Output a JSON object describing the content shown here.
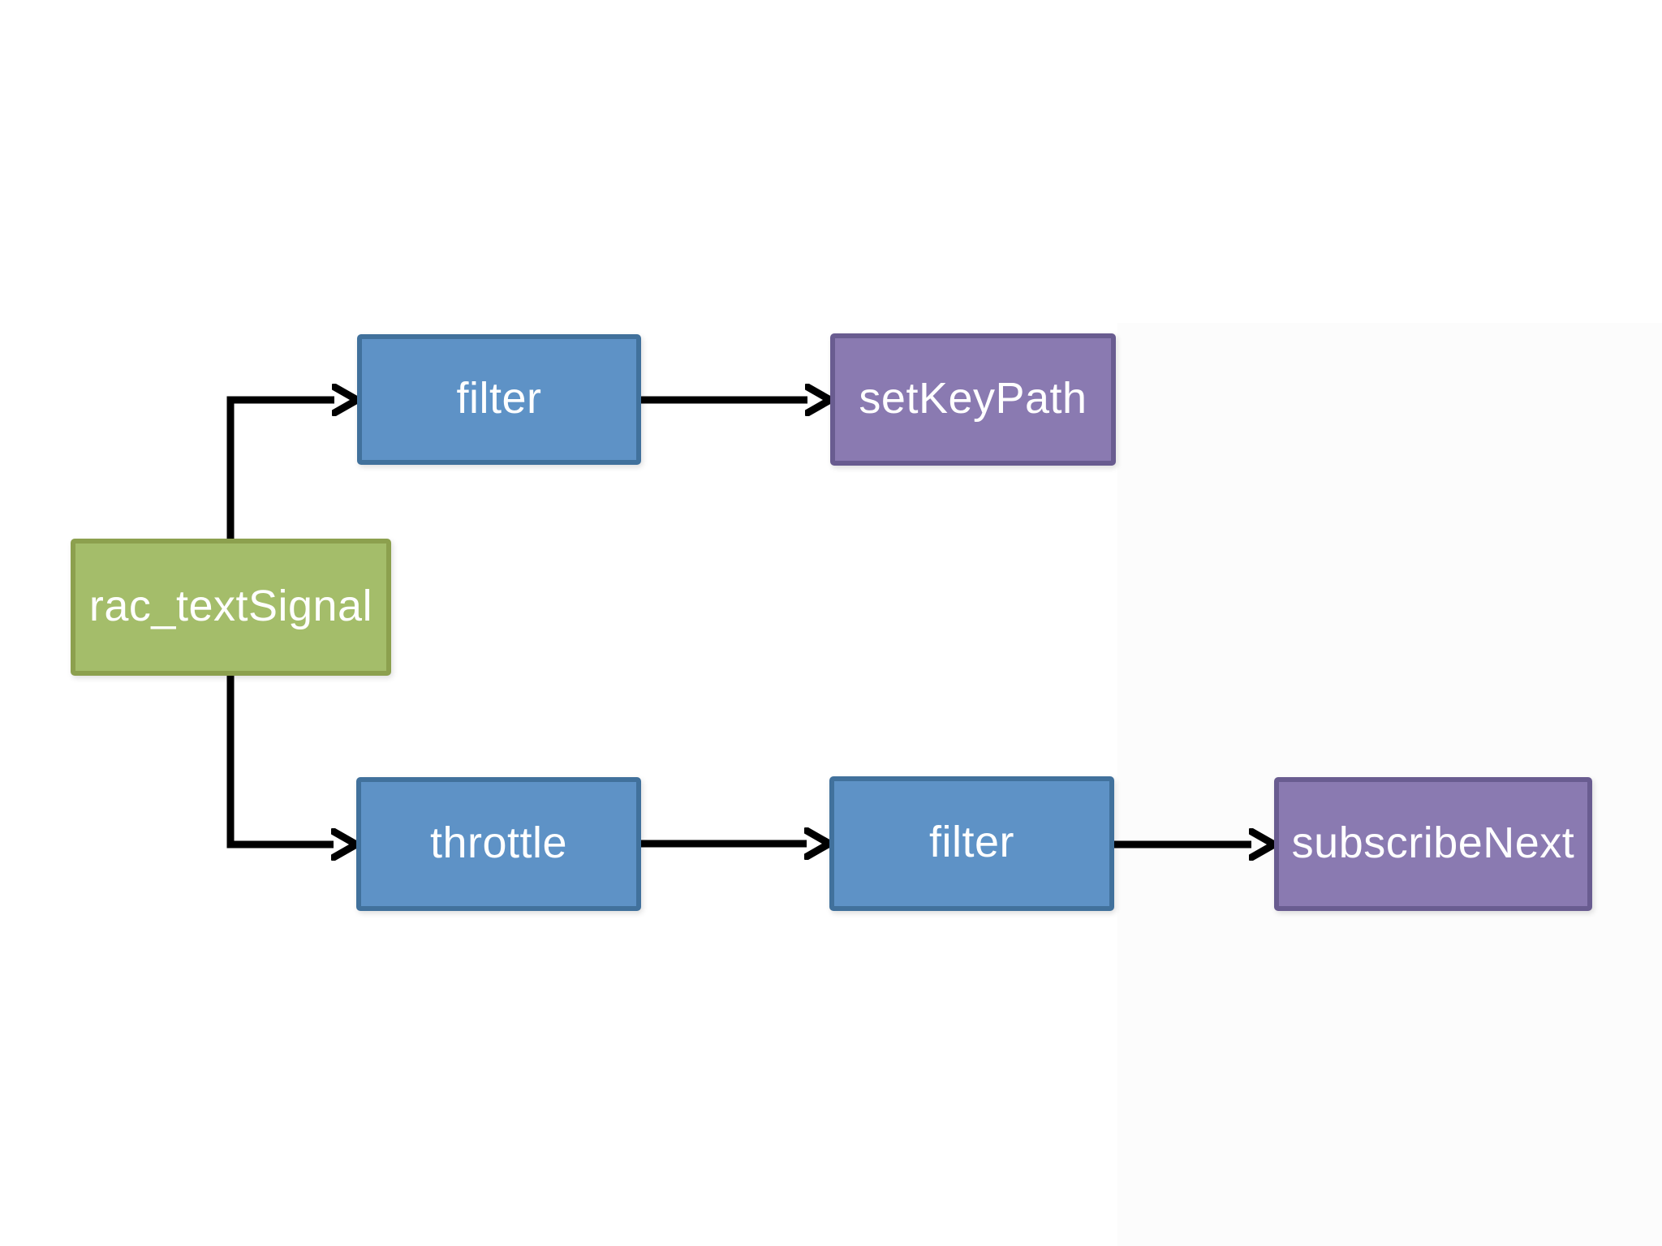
{
  "diagram": {
    "description": "Signal flow diagram showing rac_textSignal fanning out to two operator chains",
    "nodes": [
      {
        "id": "rac_textSignal",
        "label": "rac_textSignal",
        "role": "source",
        "fill": "#a4bd6a",
        "border": "#8ca04e"
      },
      {
        "id": "filter_top",
        "label": "filter",
        "role": "operator",
        "fill": "#5e92c6",
        "border": "#41719c"
      },
      {
        "id": "setKeyPath",
        "label": "setKeyPath",
        "role": "sink",
        "fill": "#8a7ab1",
        "border": "#695c90"
      },
      {
        "id": "throttle",
        "label": "throttle",
        "role": "operator",
        "fill": "#5e92c6",
        "border": "#41719c"
      },
      {
        "id": "filter_bottom",
        "label": "filter",
        "role": "operator",
        "fill": "#5e92c6",
        "border": "#41719c"
      },
      {
        "id": "subscribeNext",
        "label": "subscribeNext",
        "role": "sink",
        "fill": "#8a7ab1",
        "border": "#695c90"
      }
    ],
    "edges": [
      {
        "from": "rac_textSignal",
        "to": "filter_top",
        "shape": "elbow-up-right"
      },
      {
        "from": "rac_textSignal",
        "to": "throttle",
        "shape": "elbow-down-right"
      },
      {
        "from": "filter_top",
        "to": "setKeyPath",
        "shape": "straight"
      },
      {
        "from": "throttle",
        "to": "filter_bottom",
        "shape": "straight"
      },
      {
        "from": "filter_bottom",
        "to": "subscribeNext",
        "shape": "straight"
      }
    ],
    "colors": {
      "arrow": "#000000",
      "background": "#ffffff",
      "text": "#ffffff"
    }
  }
}
